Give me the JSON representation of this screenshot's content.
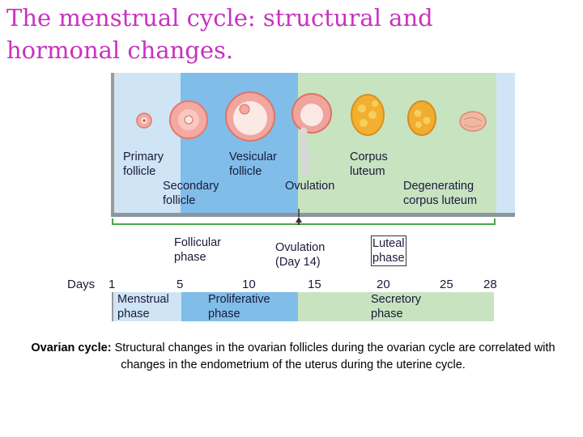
{
  "title": "The menstrual cycle: structural and hormonal changes.",
  "panel_labels": {
    "primary_follicle": [
      "Primary",
      "follicle"
    ],
    "vesicular_follicle": [
      "Vesicular",
      "follicle"
    ],
    "secondary_follicle": [
      "Secondary",
      "follicle"
    ],
    "ovulation": "Ovulation",
    "corpus_luteum": [
      "Corpus",
      "luteum"
    ],
    "degenerating_corpus_luteum": [
      "Degenerating",
      "corpus luteum"
    ]
  },
  "phases": {
    "follicular": [
      "Follicular",
      "phase"
    ],
    "ovulation": [
      "Ovulation",
      "(Day 14)"
    ],
    "luteal": [
      "Luteal",
      "phase"
    ]
  },
  "days": {
    "label": "Days",
    "ticks": [
      "1",
      "5",
      "10",
      "15",
      "20",
      "25",
      "28"
    ]
  },
  "uterine_phases": {
    "menstrual": [
      "Menstrual",
      "phase"
    ],
    "proliferative": [
      "Proliferative",
      "phase"
    ],
    "secretory": [
      "Secretory",
      "phase"
    ]
  },
  "caption": {
    "bold": "Ovarian cycle:",
    "text": " Structural changes in the ovarian follicles during the ovarian cycle are correlated with changes in the endometrium of the uterus during the uterine cycle."
  },
  "colors": {
    "title": "#c832c0",
    "menstrual_band": "#cfe4f4",
    "proliferative_band": "#7fbde9",
    "secretory_band": "#c7e2bf",
    "bracket": "#4aa84a"
  }
}
